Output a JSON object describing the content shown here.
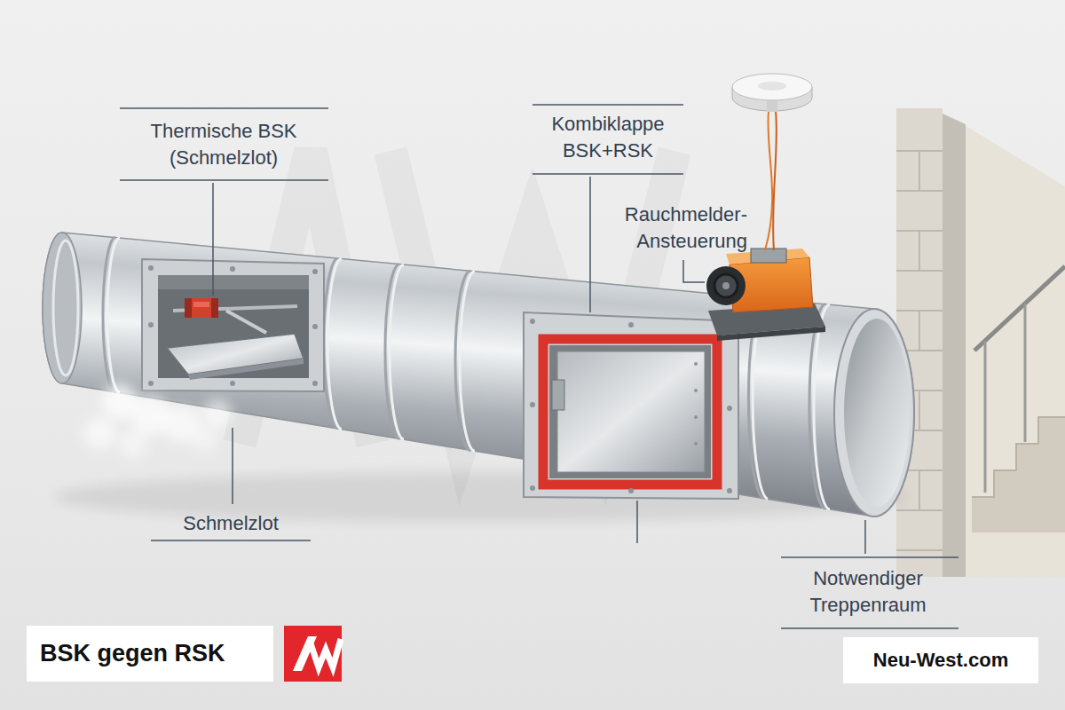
{
  "diagram": {
    "title": "BSK gegen RSK",
    "labels": [
      "Thermische BSK (Schmelzlot)",
      "Schmelzlot",
      "Kombiklappe BSK+RSK",
      "Rauchmelder- Ansteuerung",
      "Notwendiger Treppenraum",
      "Neu-West.com"
    ]
  }
}
